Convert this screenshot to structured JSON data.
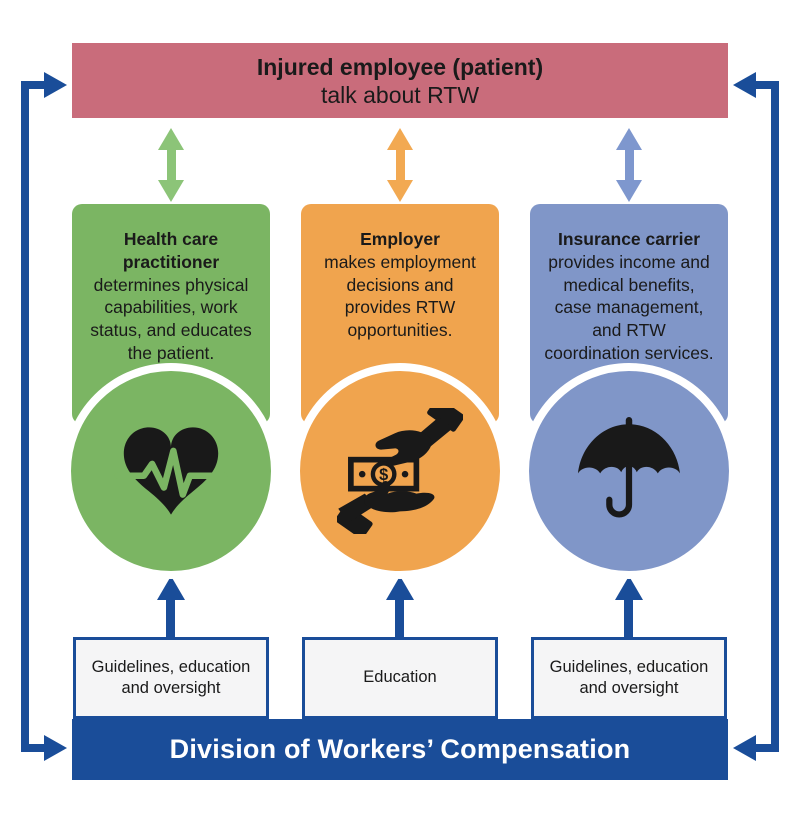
{
  "palette": {
    "pink": "#C96C7B",
    "green": "#7BB563",
    "green-arrow": "#8CC478",
    "orange": "#F0A44E",
    "orange-arrow": "#F2A952",
    "blue": "#8096C8",
    "blue-arrow": "#7E97CE",
    "dark-blue": "#1A4D99",
    "box-bg": "#F5F5F6",
    "icon-black": "#191919"
  },
  "top_banner": {
    "line1": "Injured employee (patient)",
    "line2": "talk about RTW"
  },
  "columns": [
    {
      "id": "health-care-practitioner",
      "title": "Health care practitioner",
      "description": "determines physical capabilities, work status, and educates the patient.",
      "icon": "heart-pulse-icon",
      "color": "green",
      "feedback_label": "Guidelines, education and oversight"
    },
    {
      "id": "employer",
      "title": "Employer",
      "description": "makes employment decisions and provides RTW opportunities.",
      "icon": "money-exchange-icon",
      "color": "orange",
      "feedback_label": "Education"
    },
    {
      "id": "insurance-carrier",
      "title": "Insurance carrier",
      "description": "provides income and medical benefits, case management, and RTW coordination services.",
      "icon": "umbrella-icon",
      "color": "blue",
      "feedback_label": "Guidelines, education and oversight"
    }
  ],
  "icons": {
    "dollar_symbol": "$"
  },
  "bottom_banner": {
    "label": "Division of Workers’ Compensation"
  }
}
